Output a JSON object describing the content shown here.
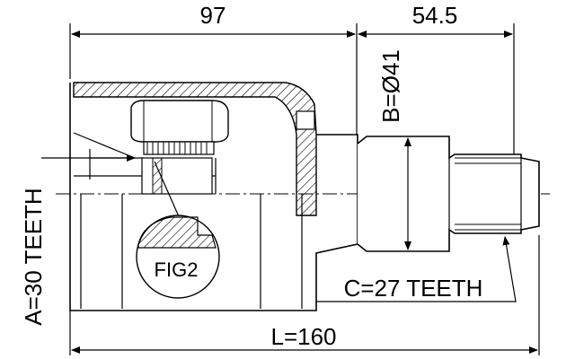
{
  "drawing": {
    "dimensions": {
      "housing_length": "97",
      "shaft_length": "54.5",
      "shaft_diameter": "B=Ø41",
      "outer_teeth": "A=30 TEETH",
      "shaft_teeth": "C=27 TEETH",
      "total_length": "L=160"
    },
    "detail_label": "FIG2"
  }
}
